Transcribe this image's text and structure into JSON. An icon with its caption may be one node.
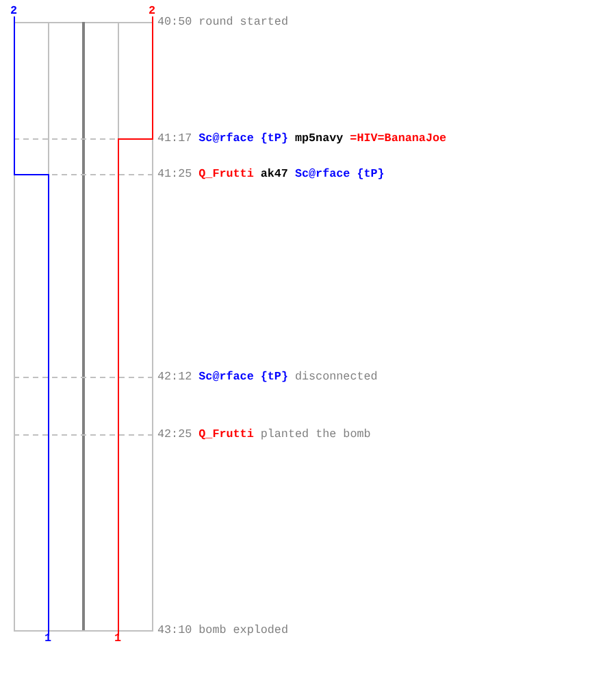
{
  "diagram": {
    "labels": [
      "2",
      "2",
      "40:50",
      "round started",
      "41:17",
      "Sc@rface {tP}",
      "mp5navy",
      "=HIV=BananaJoe",
      "41:25",
      "Q_Frutti",
      "ak47",
      "Sc@rface {tP}",
      "42:12",
      "Sc@rface {tP}",
      "disconnected",
      "42:25",
      "Q_Frutti",
      "planted the bomb",
      "43:10",
      "bomb exploded",
      "1",
      "1"
    ]
  }
}
